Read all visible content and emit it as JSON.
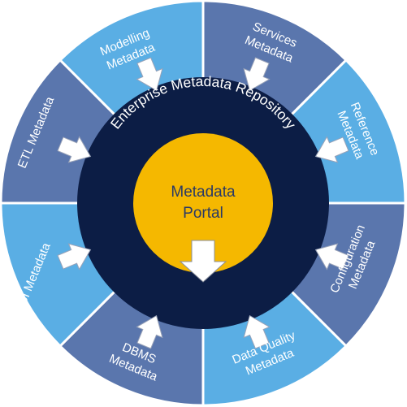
{
  "repository": {
    "title": "Enterprise Metadata Repository",
    "color": "#0c1d45"
  },
  "portal": {
    "line1": "Metadata",
    "line2": "Portal",
    "color": "#f5b800"
  },
  "segments": [
    {
      "line1": "Modelling",
      "line2": "Metadata",
      "color": "#5aaee4"
    },
    {
      "line1": "Services",
      "line2": "Metadata",
      "color": "#5a76ad"
    },
    {
      "line1": "Reference",
      "line2": "Metadata",
      "color": "#5aaee4"
    },
    {
      "line1": "Configuration",
      "line2": "Metadata",
      "color": "#5a76ad"
    },
    {
      "line1": "Data Quality",
      "line2": "Metadata",
      "color": "#5aaee4"
    },
    {
      "line1": "DBMS",
      "line2": "Metadata",
      "color": "#5a76ad"
    },
    {
      "line1": "BI Metadata",
      "line2": "",
      "color": "#5aaee4"
    },
    {
      "line1": "ETL Metadata",
      "line2": "",
      "color": "#5a76ad"
    }
  ]
}
